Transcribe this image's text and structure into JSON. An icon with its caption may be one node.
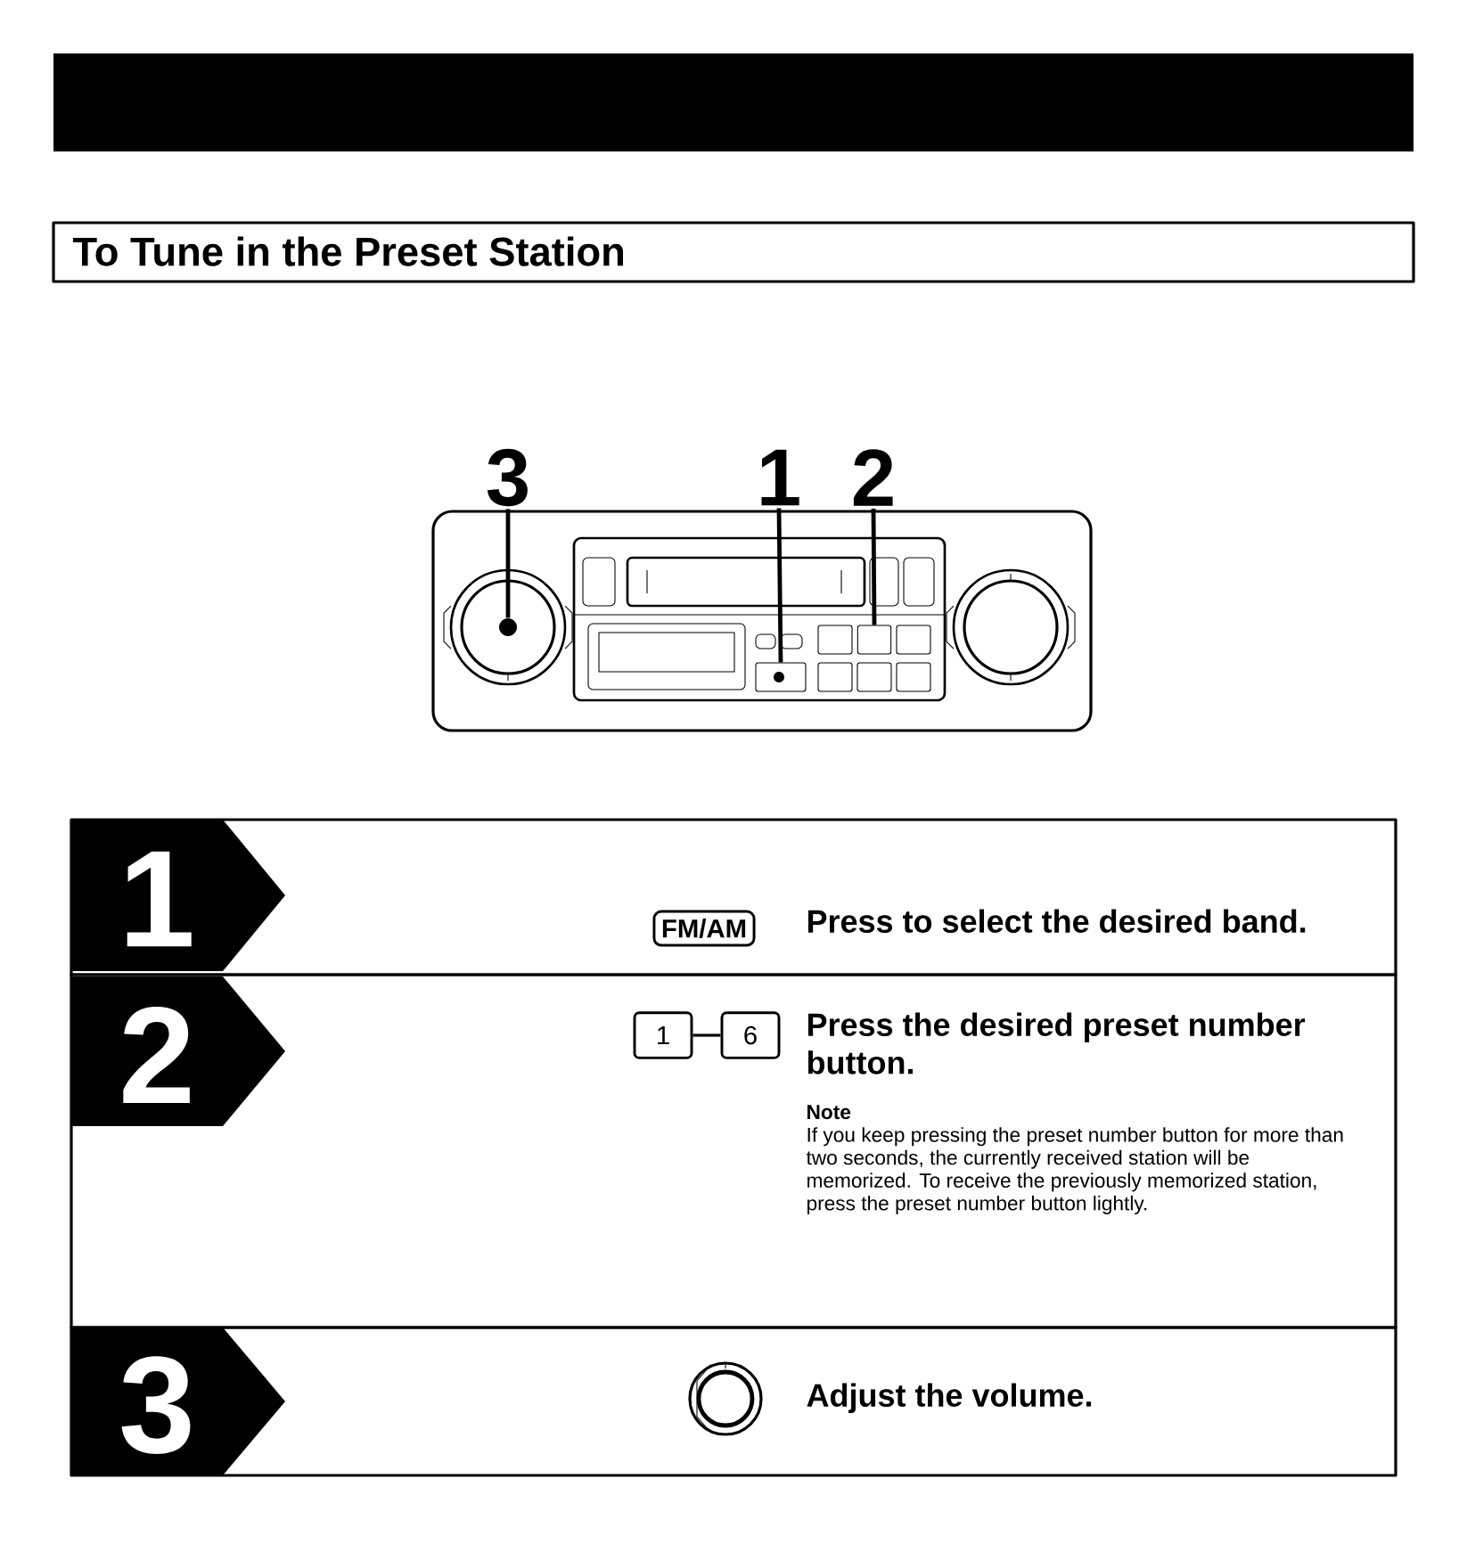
{
  "diagram": {
    "title": "To Tune in the Preset Station",
    "nodes": [
      {
        "text": [
          "3"
        ]
      },
      {
        "text": [
          "1"
        ]
      },
      {
        "text": [
          "2"
        ]
      },
      {
        "text": [],
        "shape": "circle"
      },
      {
        "text": [],
        "shape": "box"
      },
      {
        "text": [],
        "shape": "box"
      },
      {
        "text": [
          "Press to select the desired band."
        ]
      },
      {
        "text": [
          "1"
        ],
        "in": 6
      },
      {
        "text": [
          "FM/AM"
        ],
        "in": 6
      },
      {
        "text": [
          "Press the desired preset number button.",
          "Note",
          "If you keep pressing the preset number button for more than two seconds, the currently received station will be memorized. To receive the previously memorized station, press the preset number button lightly."
        ]
      },
      {
        "text": [
          "2"
        ],
        "in": 9
      },
      {
        "text": [
          "1"
        ],
        "in": 9
      },
      {
        "text": [
          "6"
        ],
        "in": 9
      },
      {
        "text": [
          "Adjust the volume."
        ]
      },
      {
        "text": [
          "3"
        ],
        "in": 13
      },
      {
        "text": [],
        "shape": "circle",
        "in": 13
      }
    ],
    "edges": [
      {
        "from": 0,
        "to": 3,
        "arrow": "none"
      },
      {
        "from": 1,
        "to": 4,
        "arrow": "none"
      },
      {
        "from": 2,
        "to": 5,
        "arrow": "none"
      },
      {
        "from": 11,
        "to": 12,
        "arrow": "none"
      }
    ]
  }
}
